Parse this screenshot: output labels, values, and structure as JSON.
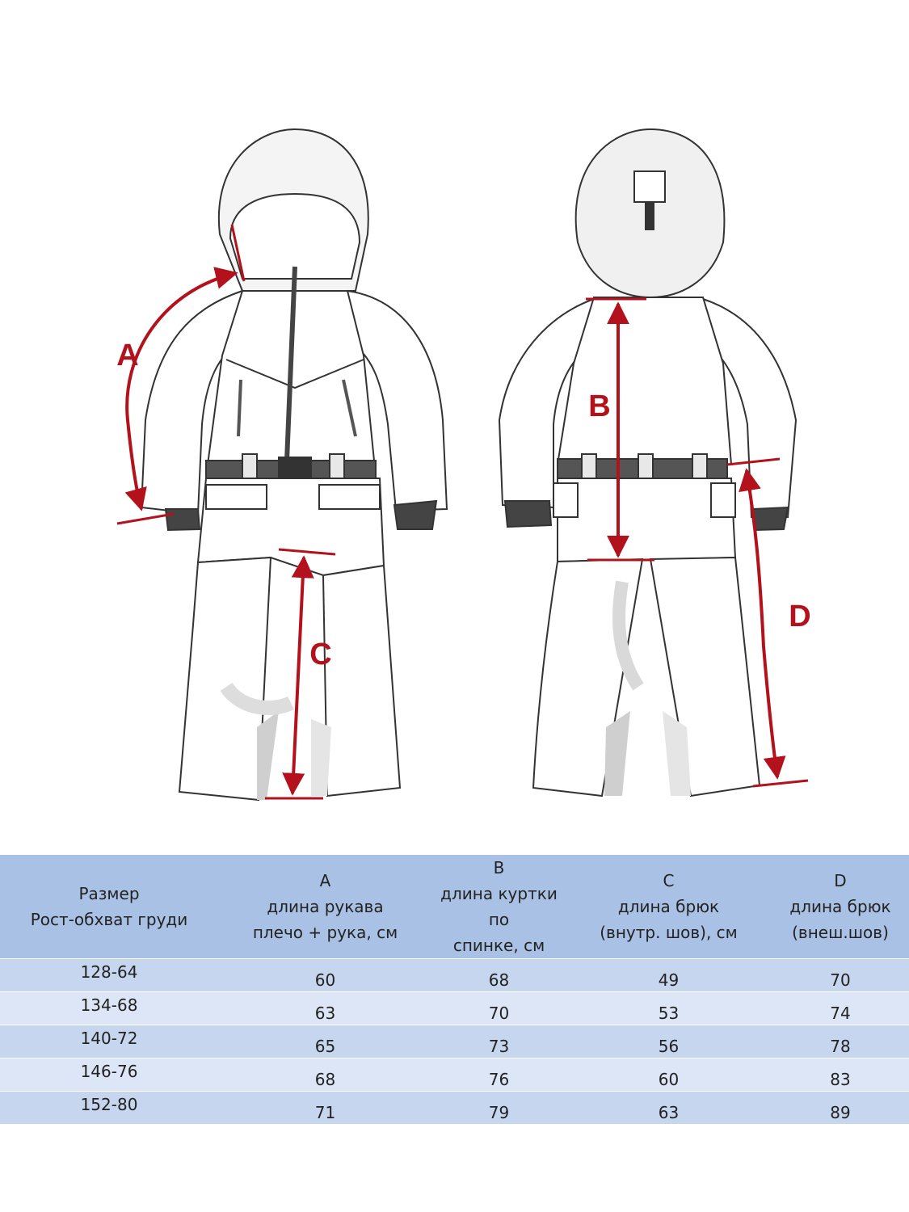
{
  "diagram": {
    "labels": {
      "a": "A",
      "b": "B",
      "c": "C",
      "d": "D"
    },
    "colors": {
      "arrow": "#b3121d",
      "outline": "#333333",
      "shade": "#dddddd",
      "belt": "#555555"
    }
  },
  "table": {
    "header": {
      "size": [
        "Размер",
        "Рост-обхват груди"
      ],
      "a": [
        "A",
        "длина рукава",
        "плечо + рука, см"
      ],
      "b": [
        "B",
        "длина куртки по",
        "спинке, см"
      ],
      "c": [
        "C",
        "длина брюк",
        "(внутр. шов), см"
      ],
      "d": [
        "D",
        "длина брюк",
        "(внеш.шов)"
      ]
    },
    "rows": [
      {
        "size": "128-64",
        "a": "60",
        "b": "68",
        "c": "49",
        "d": "70"
      },
      {
        "size": "134-68",
        "a": "63",
        "b": "70",
        "c": "53",
        "d": "74"
      },
      {
        "size": "140-72",
        "a": "65",
        "b": "73",
        "c": "56",
        "d": "78"
      },
      {
        "size": "146-76",
        "a": "68",
        "b": "76",
        "c": "60",
        "d": "83"
      },
      {
        "size": "152-80",
        "a": "71",
        "b": "79",
        "c": "63",
        "d": "89"
      }
    ],
    "colors": {
      "header_bg": "#a9c1e4",
      "row_dark": "#c5d6ee",
      "row_light": "#dde6f6"
    }
  }
}
